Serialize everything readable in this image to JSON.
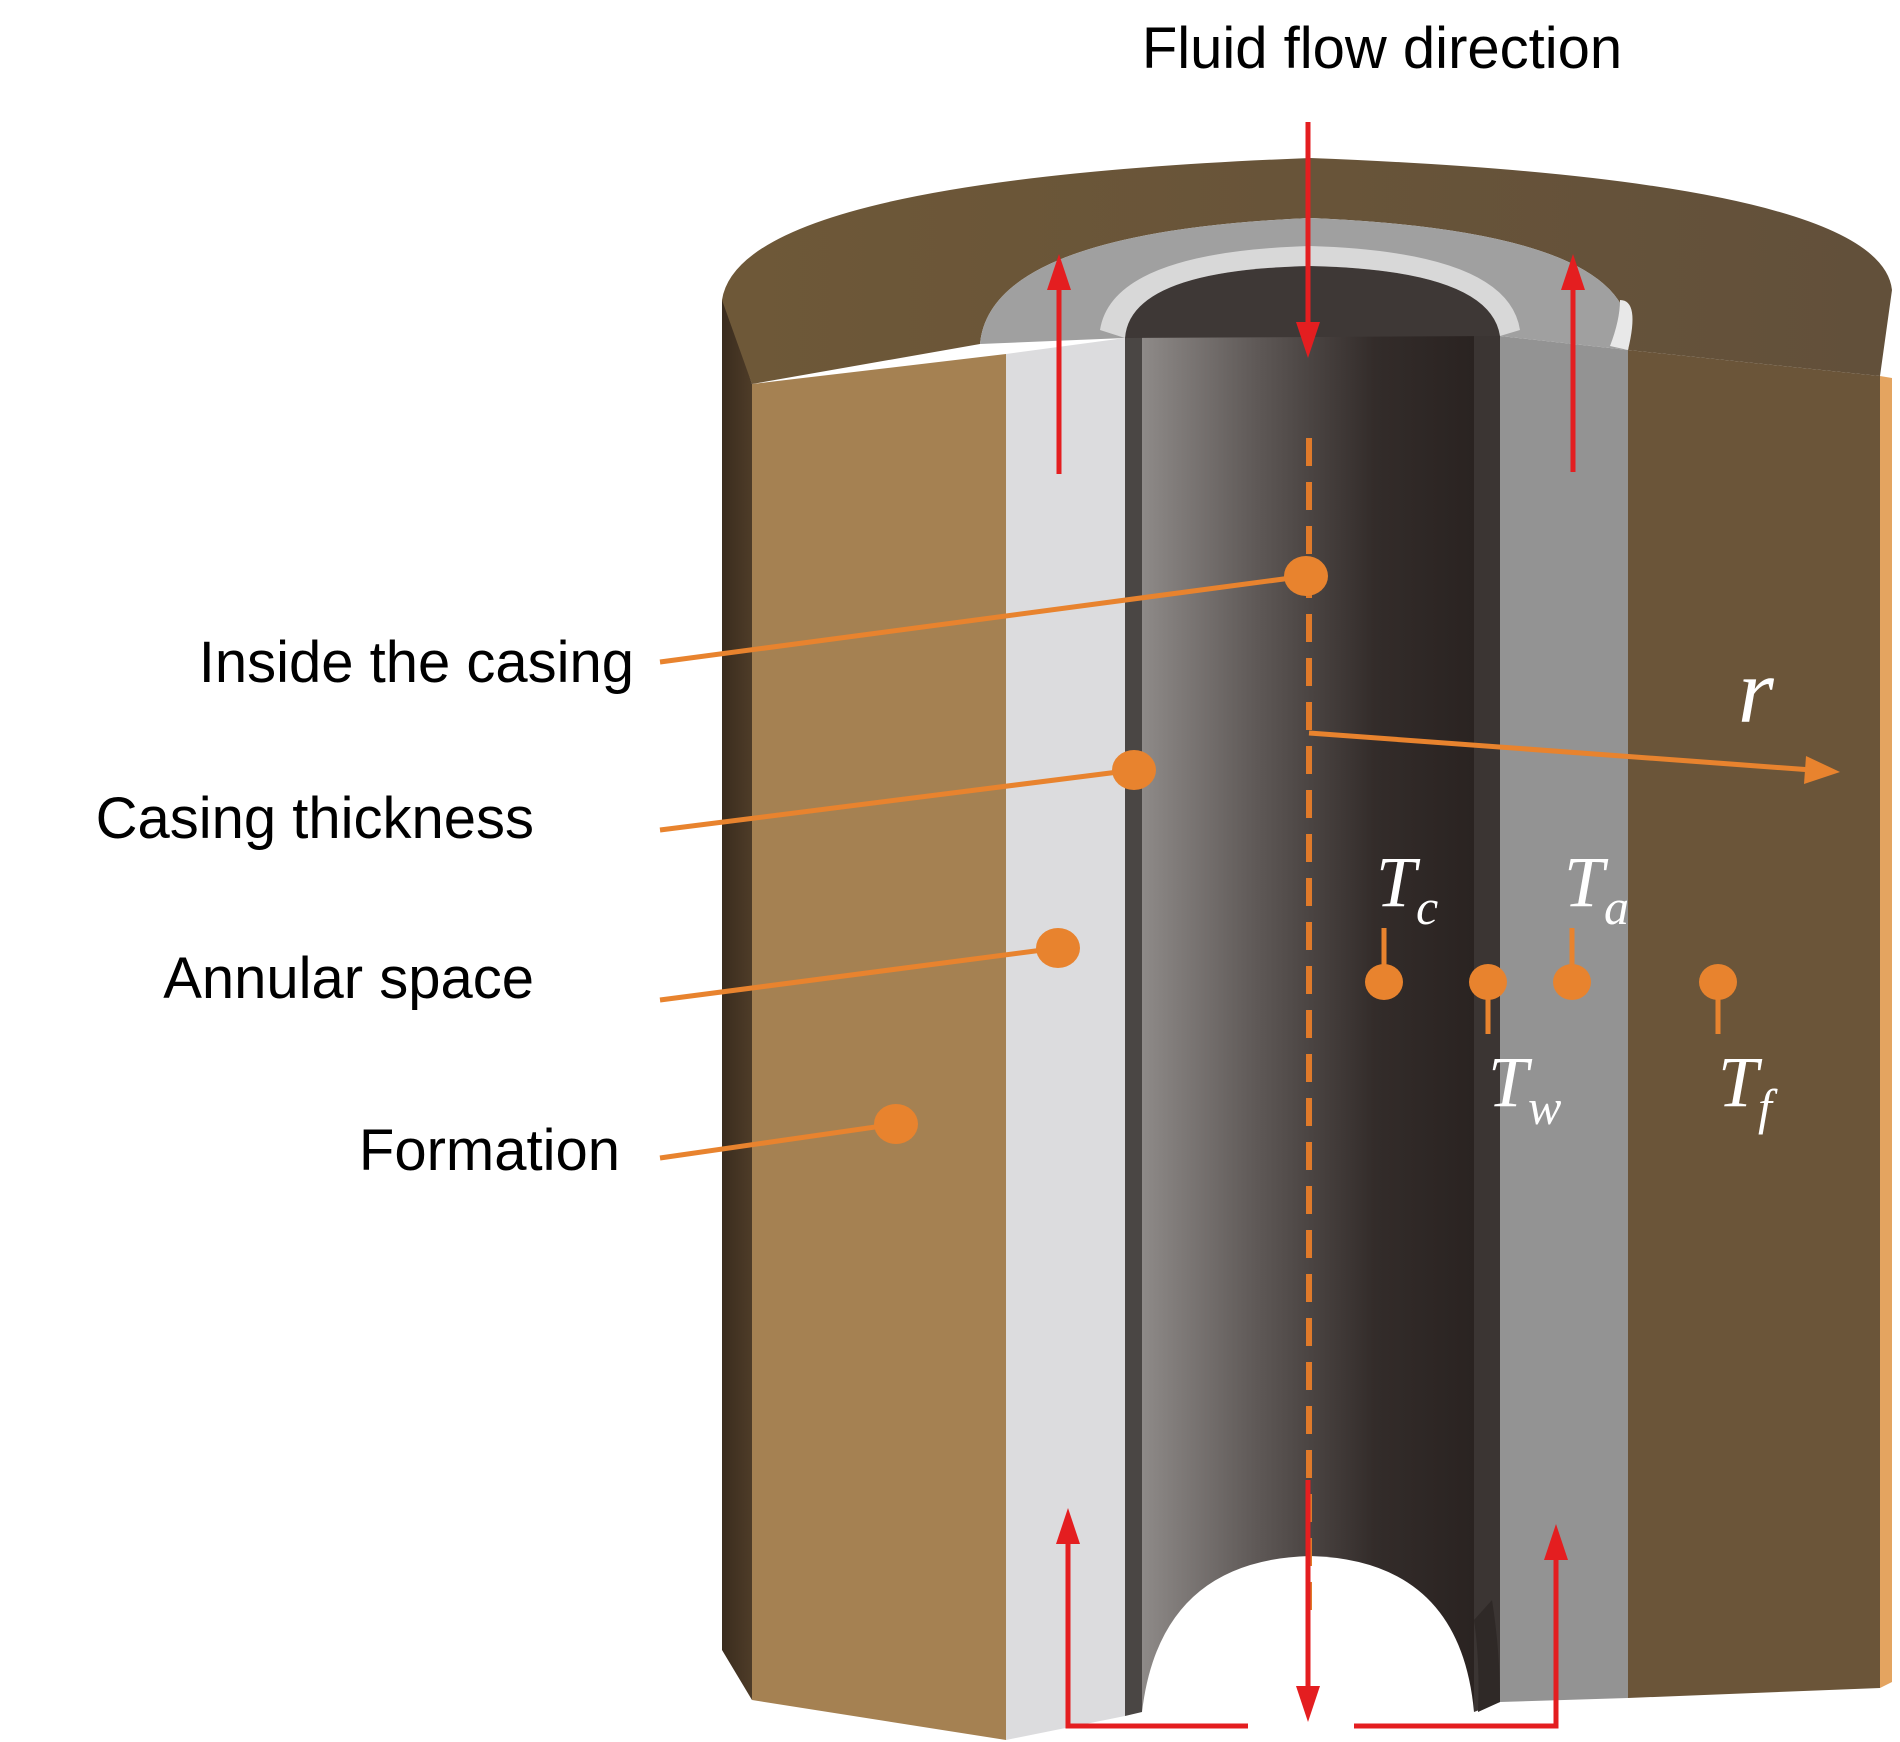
{
  "title": "Fluid flow direction",
  "labels": {
    "inside": "Inside the casing",
    "casing": "Casing thickness",
    "annular": "Annular space",
    "formation": "Formation"
  },
  "axis_symbol": "r",
  "temperatures": {
    "Tc": {
      "base": "T",
      "sub": "c"
    },
    "Tw": {
      "base": "T",
      "sub": "w"
    },
    "Ta": {
      "base": "T",
      "sub": "a"
    },
    "Tf": {
      "base": "T",
      "sub": "f"
    }
  },
  "colors": {
    "formation_face": "#A58152",
    "formation_dark": "#6B5539",
    "annulus_light": "#DCDCDE",
    "annulus_top": "#A0A0A0",
    "annulus_right": "#939393",
    "casing_dark": "#2D2624",
    "label_orange": "#E8832E",
    "flow_red": "#E41E20"
  }
}
